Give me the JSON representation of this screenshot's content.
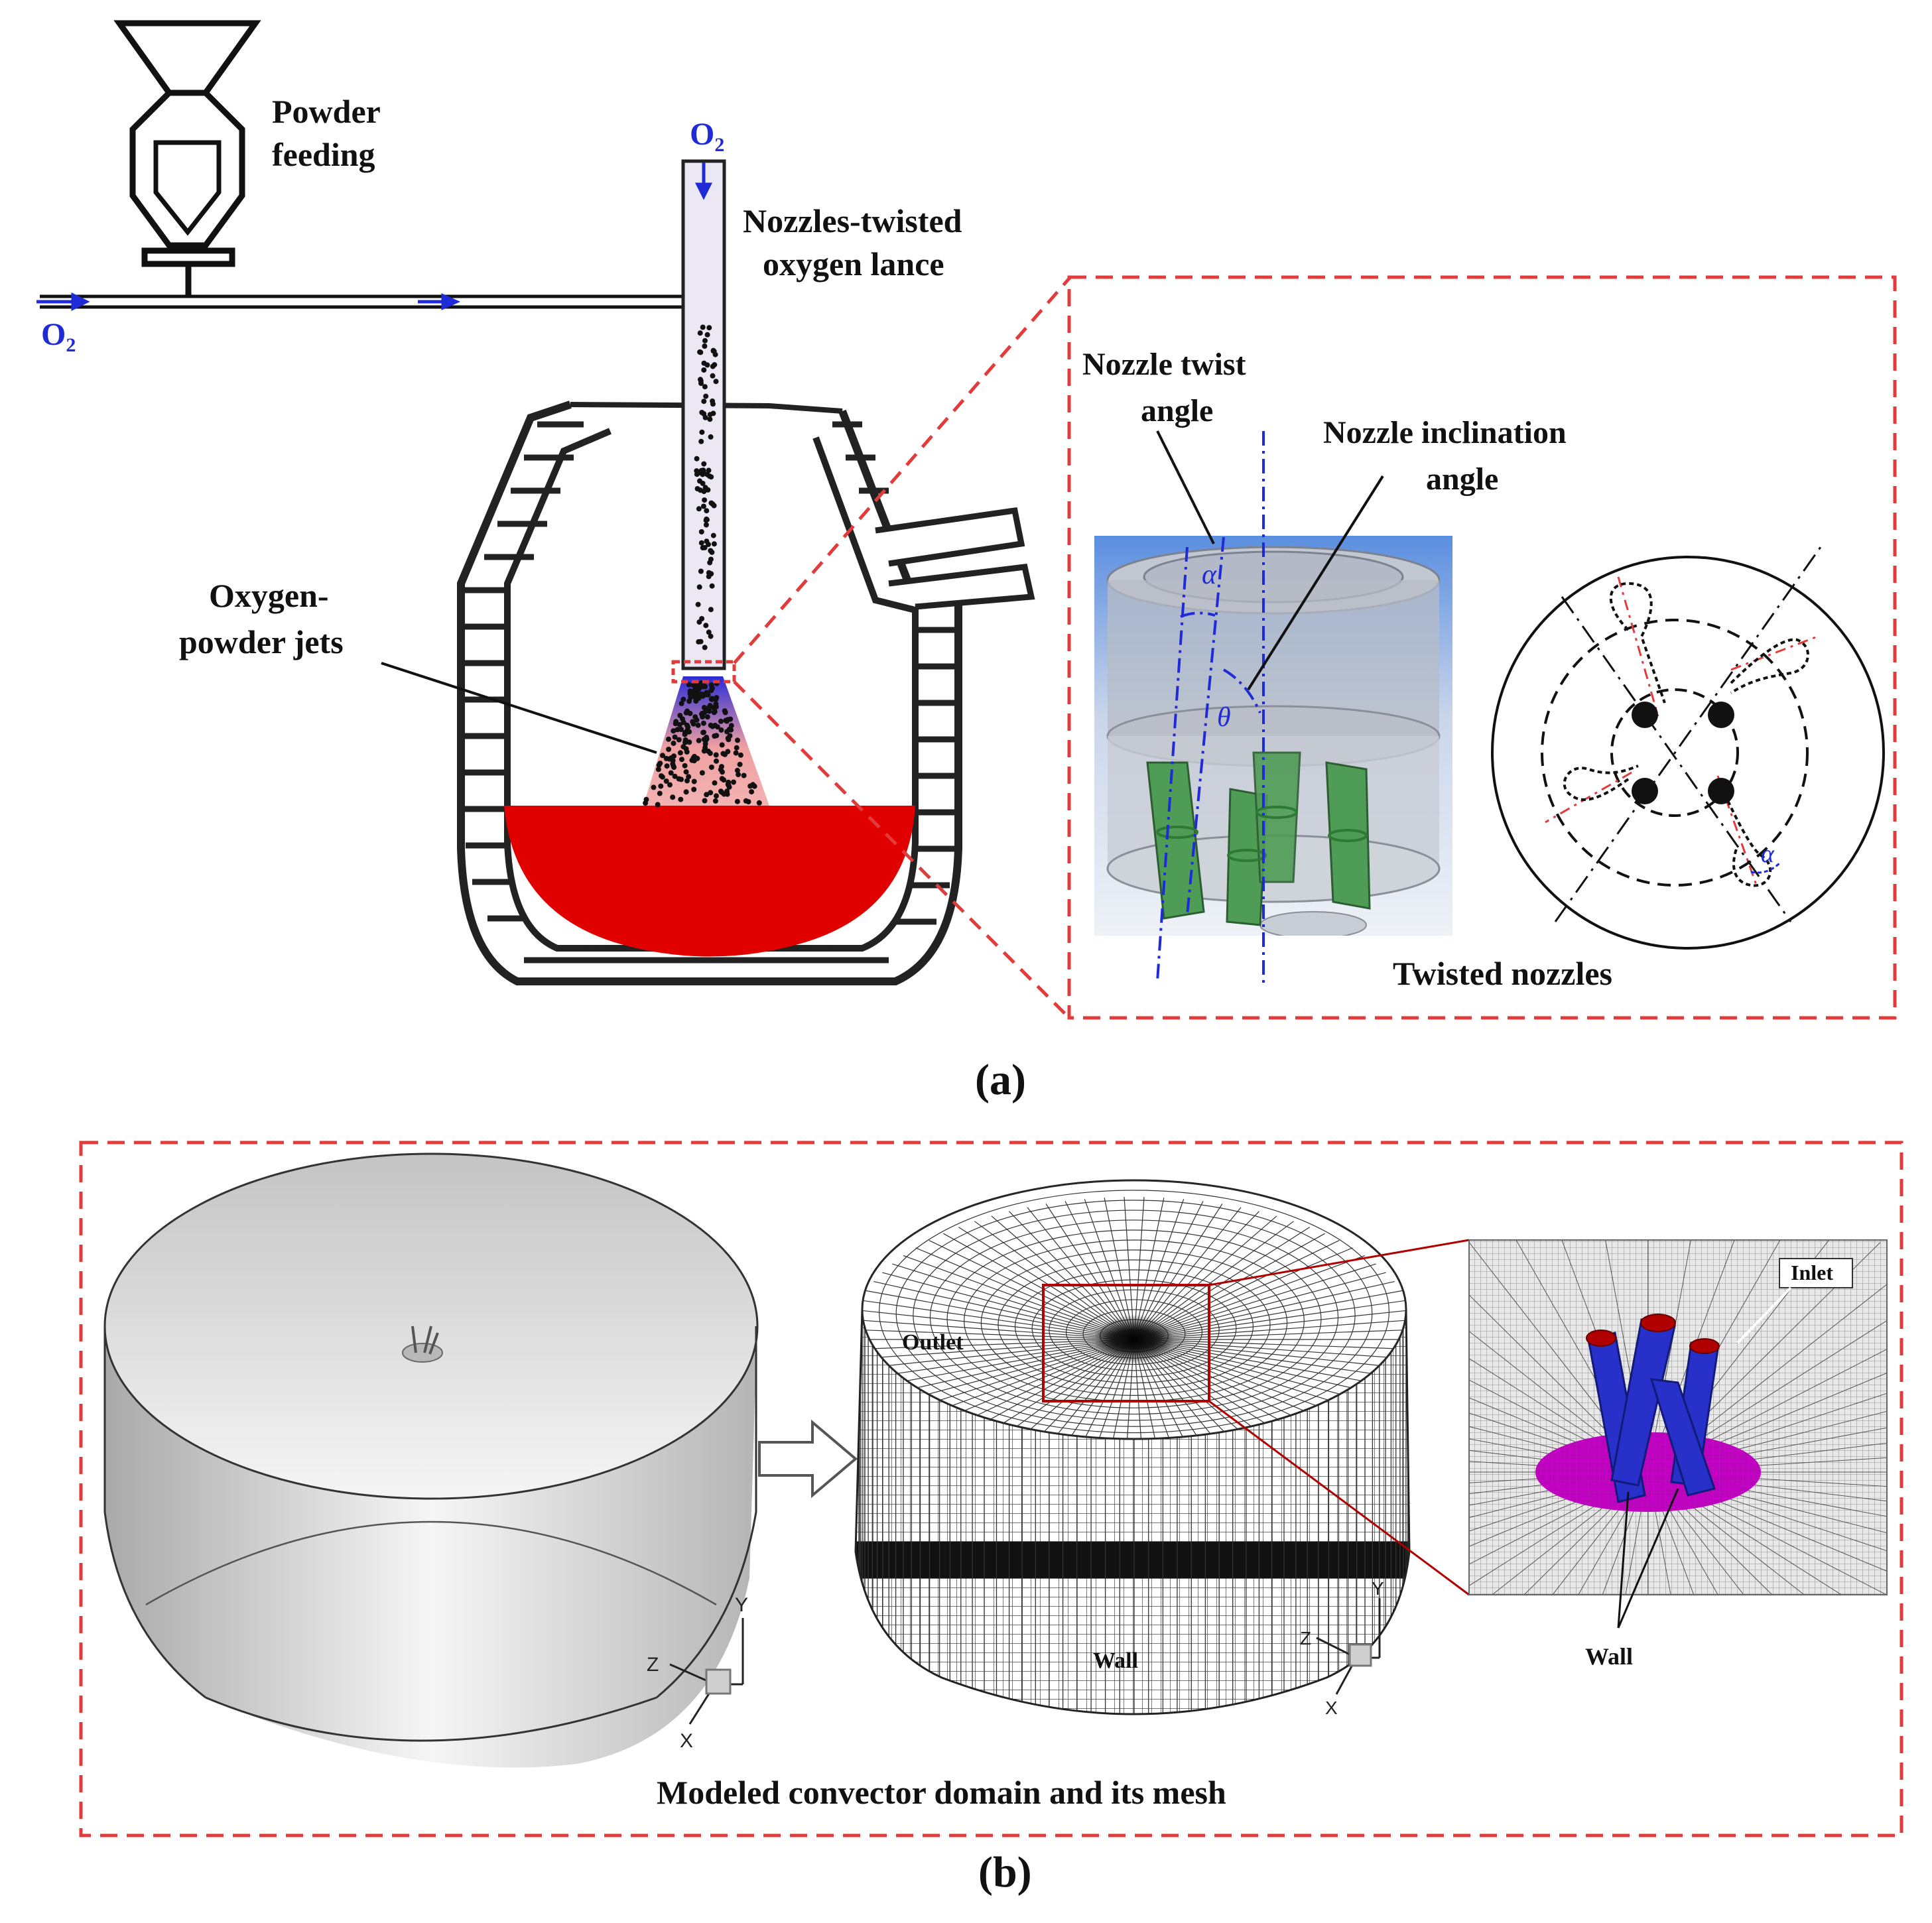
{
  "colors": {
    "accent_red": "#e23b3b",
    "oxygen_blue": "#1f2bd6",
    "melt_red": "#e00000",
    "nozzle_green": "#4f9c56",
    "nozzle_blue": "#2730c8",
    "magenta": "#c000c0"
  },
  "panel_a": {
    "caption": "(a)",
    "o2_left": "O",
    "o2_top": "O",
    "o2_sub": "2",
    "powder_feeding": [
      "Powder",
      "feeding"
    ],
    "lance_label": [
      "Nozzles-twisted",
      "oxygen lance"
    ],
    "jets_label": [
      "Oxygen-",
      "powder jets"
    ],
    "inset": {
      "twist_label": [
        "Nozzle twist",
        "angle"
      ],
      "inclination_label": [
        "Nozzle inclination",
        "angle"
      ],
      "alpha": "α",
      "theta": "θ",
      "caption": "Twisted nozzles"
    }
  },
  "panel_b": {
    "caption": "(b)",
    "title": "Modeled convector domain and its mesh",
    "outlet": "Outlet",
    "wall": "Wall",
    "inlet": "Inlet",
    "wall_zoom": "Wall",
    "axes": {
      "x": "X",
      "y": "Y",
      "z": "Z"
    }
  }
}
